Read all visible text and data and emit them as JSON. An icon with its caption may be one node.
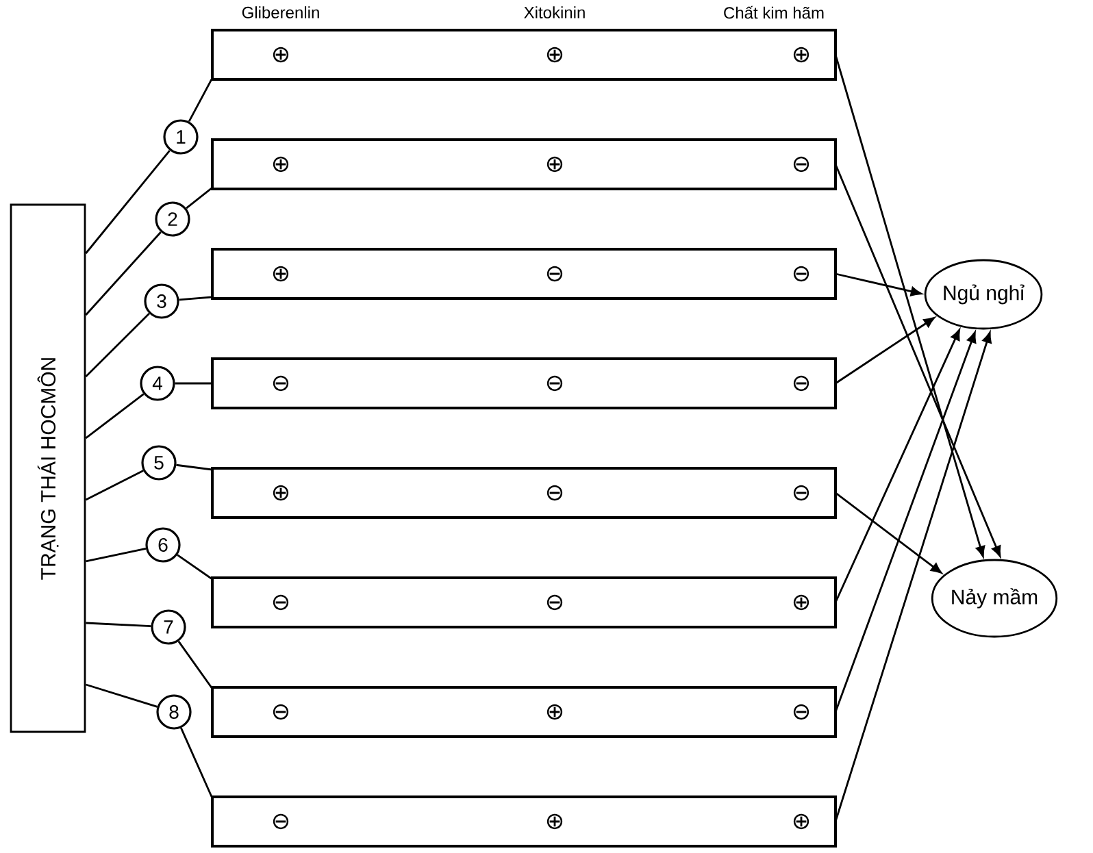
{
  "diagram": {
    "nodes": [
      {
        "text": [
          "TRẠNG THÁI HOCMÔN"
        ]
      },
      {
        "text": [
          "1"
        ]
      },
      {
        "text": [
          "2"
        ]
      },
      {
        "text": [
          "3"
        ]
      },
      {
        "text": [
          "4"
        ]
      },
      {
        "text": [
          "5"
        ]
      },
      {
        "text": [
          "6"
        ]
      },
      {
        "text": [
          "7"
        ]
      },
      {
        "text": [
          "8"
        ]
      },
      {
        "text": [
          "⊕",
          "⊕",
          "⊕"
        ]
      },
      {
        "text": [
          "⊕",
          "⊕",
          "⊖"
        ]
      },
      {
        "text": [
          "⊕",
          "⊖",
          "⊖"
        ]
      },
      {
        "text": [
          "⊖",
          "⊖",
          "⊖"
        ]
      },
      {
        "text": [
          "⊕",
          "⊖",
          "⊖"
        ]
      },
      {
        "text": [
          "⊖",
          "⊖",
          "⊕"
        ]
      },
      {
        "text": [
          "⊖",
          "⊕",
          "⊖"
        ]
      },
      {
        "text": [
          "⊖",
          "⊕",
          "⊕"
        ]
      },
      {
        "text": [
          "Ngủ nghỉ"
        ]
      },
      {
        "text": [
          "Nảy mầm"
        ]
      }
    ],
    "edges": [
      {
        "from": 0,
        "to": 1,
        "arrow": "none"
      },
      {
        "from": 0,
        "to": 2,
        "arrow": "none"
      },
      {
        "from": 0,
        "to": 3,
        "arrow": "none"
      },
      {
        "from": 0,
        "to": 4,
        "arrow": "none"
      },
      {
        "from": 0,
        "to": 5,
        "arrow": "none"
      },
      {
        "from": 0,
        "to": 6,
        "arrow": "none"
      },
      {
        "from": 0,
        "to": 7,
        "arrow": "none"
      },
      {
        "from": 0,
        "to": 8,
        "arrow": "none"
      },
      {
        "from": 1,
        "to": 9,
        "arrow": "none"
      },
      {
        "from": 2,
        "to": 10,
        "arrow": "none"
      },
      {
        "from": 3,
        "to": 11,
        "arrow": "none"
      },
      {
        "from": 4,
        "to": 12,
        "arrow": "none"
      },
      {
        "from": 5,
        "to": 13,
        "arrow": "none"
      },
      {
        "from": 6,
        "to": 14,
        "arrow": "none"
      },
      {
        "from": 7,
        "to": 15,
        "arrow": "none"
      },
      {
        "from": 8,
        "to": 16,
        "arrow": "none"
      },
      {
        "from": 9,
        "to": 18,
        "arrow": "to"
      },
      {
        "from": 10,
        "to": 18,
        "arrow": "to"
      },
      {
        "from": 11,
        "to": 17,
        "arrow": "to"
      },
      {
        "from": 12,
        "to": 17,
        "arrow": "to"
      },
      {
        "from": 13,
        "to": 18,
        "arrow": "to"
      },
      {
        "from": 14,
        "to": 17,
        "arrow": "to"
      },
      {
        "from": 15,
        "to": 17,
        "arrow": "to"
      },
      {
        "from": 16,
        "to": 17,
        "arrow": "to"
      }
    ],
    "labels": [
      "Gliberenlin",
      "Xitokinin",
      "Chất kim hãm"
    ]
  }
}
